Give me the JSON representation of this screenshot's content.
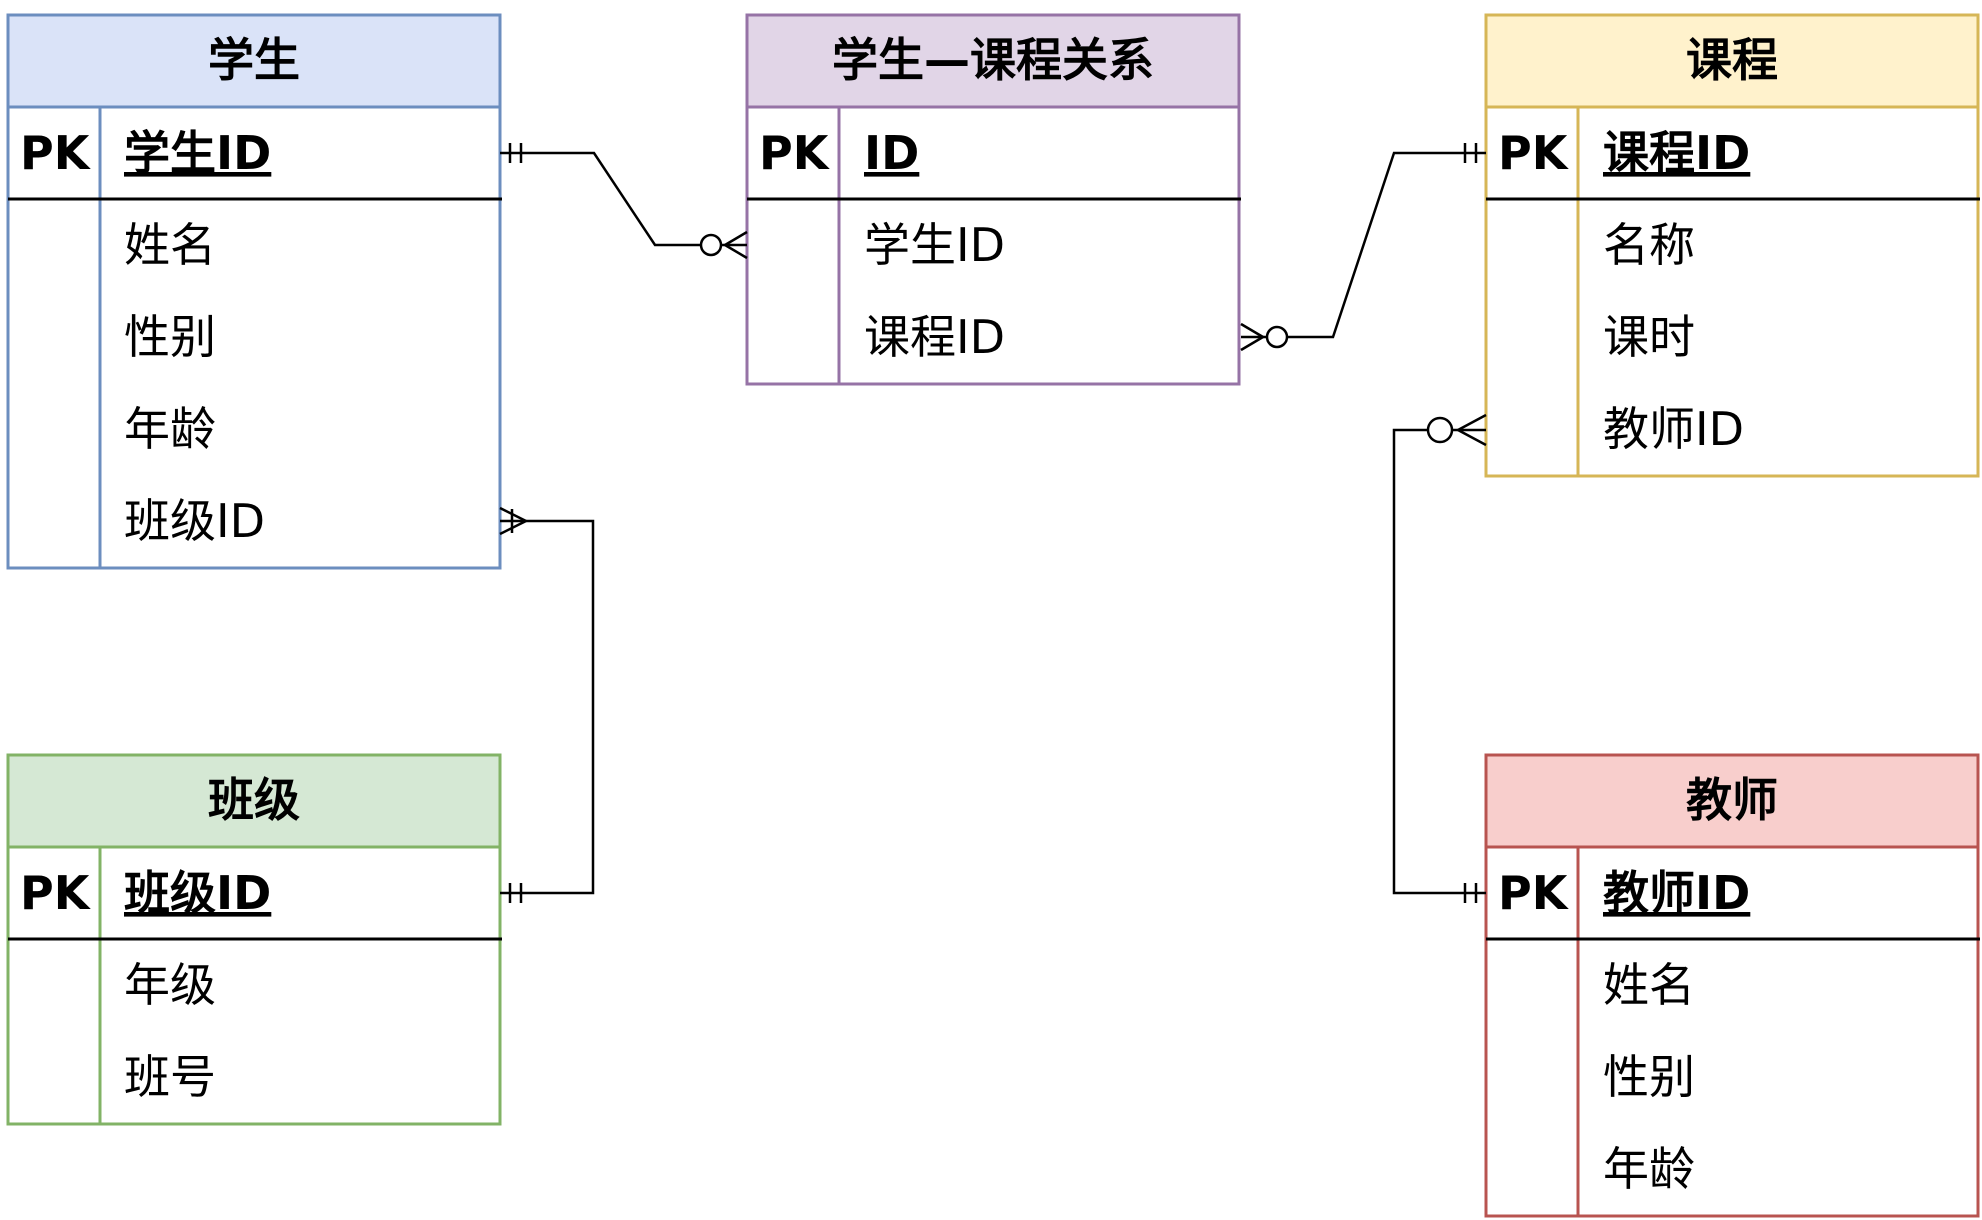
{
  "entities": {
    "student": {
      "title": "学生",
      "pk_label": "PK",
      "pk_field": "学生ID",
      "fields": [
        "姓名",
        "性别",
        "年龄",
        "班级ID"
      ],
      "fill_color": "#dae3f8",
      "stroke_color": "#6c8ebf"
    },
    "enrollment": {
      "title": "学生—课程关系",
      "pk_label": "PK",
      "pk_field": "ID",
      "fields": [
        "学生ID",
        "课程ID"
      ],
      "fill_color": "#e1d5e7",
      "stroke_color": "#9673a6"
    },
    "course": {
      "title": "课程",
      "pk_label": "PK",
      "pk_field": "课程ID",
      "fields": [
        "名称",
        "课时",
        "教师ID"
      ],
      "fill_color": "#fff2cc",
      "stroke_color": "#d6b656"
    },
    "class": {
      "title": "班级",
      "pk_label": "PK",
      "pk_field": "班级ID",
      "fields": [
        "年级",
        "班号"
      ],
      "fill_color": "#d5e8d4",
      "stroke_color": "#82b366"
    },
    "teacher": {
      "title": "教师",
      "pk_label": "PK",
      "pk_field": "教师ID",
      "fields": [
        "姓名",
        "性别",
        "年龄"
      ],
      "fill_color": "#f8cecc",
      "stroke_color": "#b85450"
    }
  },
  "relationships": [
    {
      "from": "学生ID",
      "from_cardinality": "exactly-one",
      "to": "学生—课程关系.学生ID",
      "to_cardinality": "zero-or-many"
    },
    {
      "from": "课程ID",
      "from_cardinality": "exactly-one",
      "to": "学生—课程关系.课程ID",
      "to_cardinality": "zero-or-many"
    },
    {
      "from": "班级ID",
      "from_cardinality": "exactly-one",
      "to": "学生.班级ID",
      "to_cardinality": "one-or-many"
    },
    {
      "from": "教师ID",
      "from_cardinality": "exactly-one",
      "to": "课程.教师ID",
      "to_cardinality": "zero-or-many"
    }
  ]
}
